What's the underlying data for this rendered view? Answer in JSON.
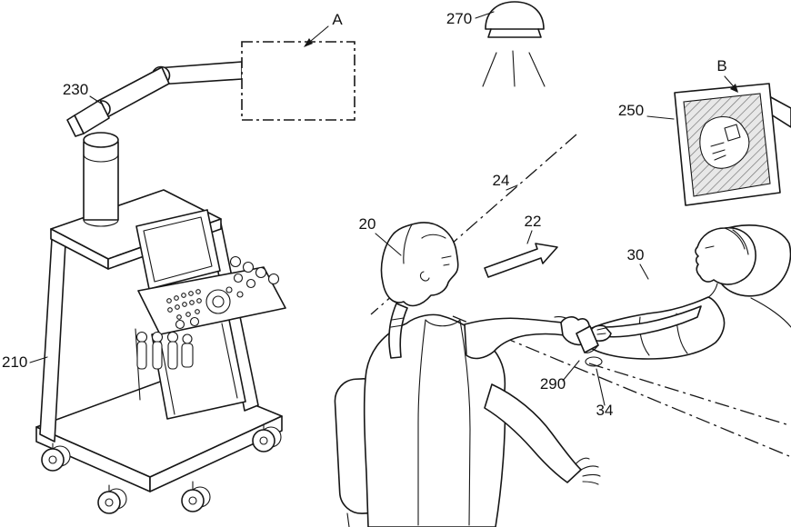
{
  "figure": {
    "background": "#ffffff",
    "stroke_color": "#161616",
    "screen_hatch_color": "#e8e8e8",
    "labels": {
      "a": "A",
      "b": "B",
      "n20": "20",
      "n22": "22",
      "n24": "24",
      "n30": "30",
      "n34": "34",
      "n210": "210",
      "n230": "230",
      "n250": "250",
      "n270": "270",
      "n290": "290"
    }
  }
}
